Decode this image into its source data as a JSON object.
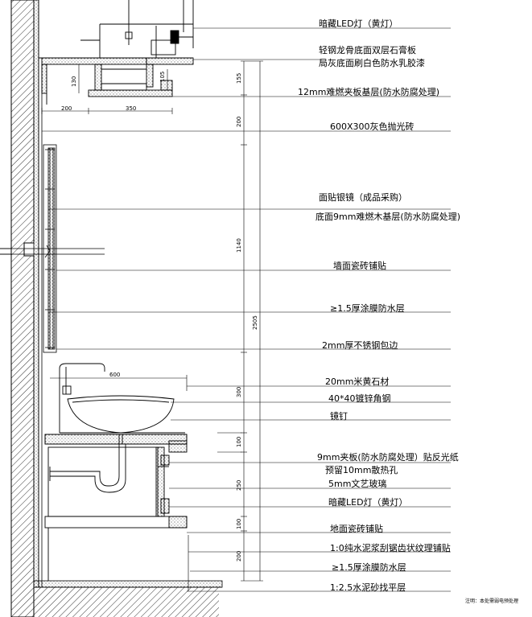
{
  "labels": [
    {
      "id": "led-top",
      "text": "暗藏LED灯（黄灯）"
    },
    {
      "id": "ceiling-1",
      "text": "轻钢龙骨底面双层石膏板"
    },
    {
      "id": "ceiling-2",
      "text": "局灰底面刷白色防水乳胶漆"
    },
    {
      "id": "ply-12",
      "text": "12mm难燃夹板基层(防水防腐处理)"
    },
    {
      "id": "tile-600",
      "text": "600X300灰色抛光砖"
    },
    {
      "id": "mirror",
      "text": "面贴银镜（成品采购）"
    },
    {
      "id": "board-9",
      "text": "底面9mm难燃木基层(防水防腐处理)"
    },
    {
      "id": "wall-tile",
      "text": "墙面瓷砖铺贴"
    },
    {
      "id": "waterproof-1",
      "text": "≥1.5厚涂膜防水层"
    },
    {
      "id": "steel-2",
      "text": "2mm厚不锈钢包边"
    },
    {
      "id": "stone-20",
      "text": "20mm米黄石材"
    },
    {
      "id": "angle-steel",
      "text": "40*40镀锌角钢"
    },
    {
      "id": "nail",
      "text": "镜钉"
    },
    {
      "id": "ply-9",
      "text": "9mm夹板(防水防腐处理）贴反光纸"
    },
    {
      "id": "vent",
      "text": "预留10mm散热孔"
    },
    {
      "id": "glass-5",
      "text": "5mm文艺玻璃"
    },
    {
      "id": "led-bottom",
      "text": "暗藏LED灯（黄灯）"
    },
    {
      "id": "floor-tile",
      "text": "地面瓷砖铺贴"
    },
    {
      "id": "cement-paste",
      "text": "1:0纯水泥浆刮锯齿状纹理铺贴"
    },
    {
      "id": "waterproof-2",
      "text": "≥1.5厚涂膜防水层"
    },
    {
      "id": "mortar",
      "text": "1:2.5水泥砂找平层"
    }
  ],
  "dimensions": {
    "h130": "130",
    "h105": "105",
    "h200": "200",
    "h350": "350",
    "h600": "600",
    "v155": "155",
    "v200a": "200",
    "v1140": "1140",
    "v2505": "2505",
    "v300": "300",
    "v100a": "100",
    "v250": "250",
    "v100b": "100",
    "v200b": "200"
  },
  "note": "注明：本处需弱电预处理"
}
